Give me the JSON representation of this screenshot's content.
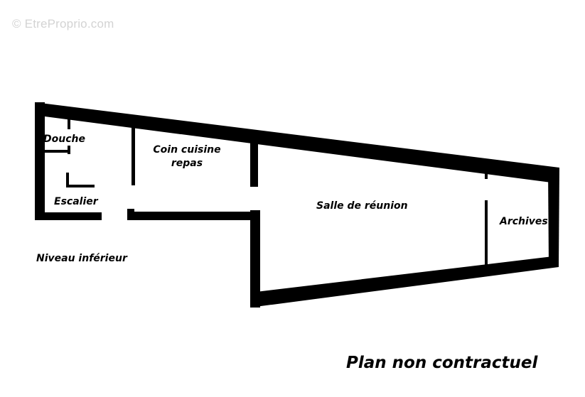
{
  "watermark": "© EtreProprio.com",
  "rooms": {
    "douche": "Douche",
    "escalier": "Escalier",
    "cuisine_line1": "Coin cuisine",
    "cuisine_line2": "repas",
    "salle": "Salle de réunion",
    "archives": "Archives"
  },
  "level_label": "Niveau inférieur",
  "disclaimer": "Plan non contractuel",
  "colors": {
    "walls": "#000000",
    "background": "#ffffff",
    "watermark": "#d3d3d3"
  }
}
